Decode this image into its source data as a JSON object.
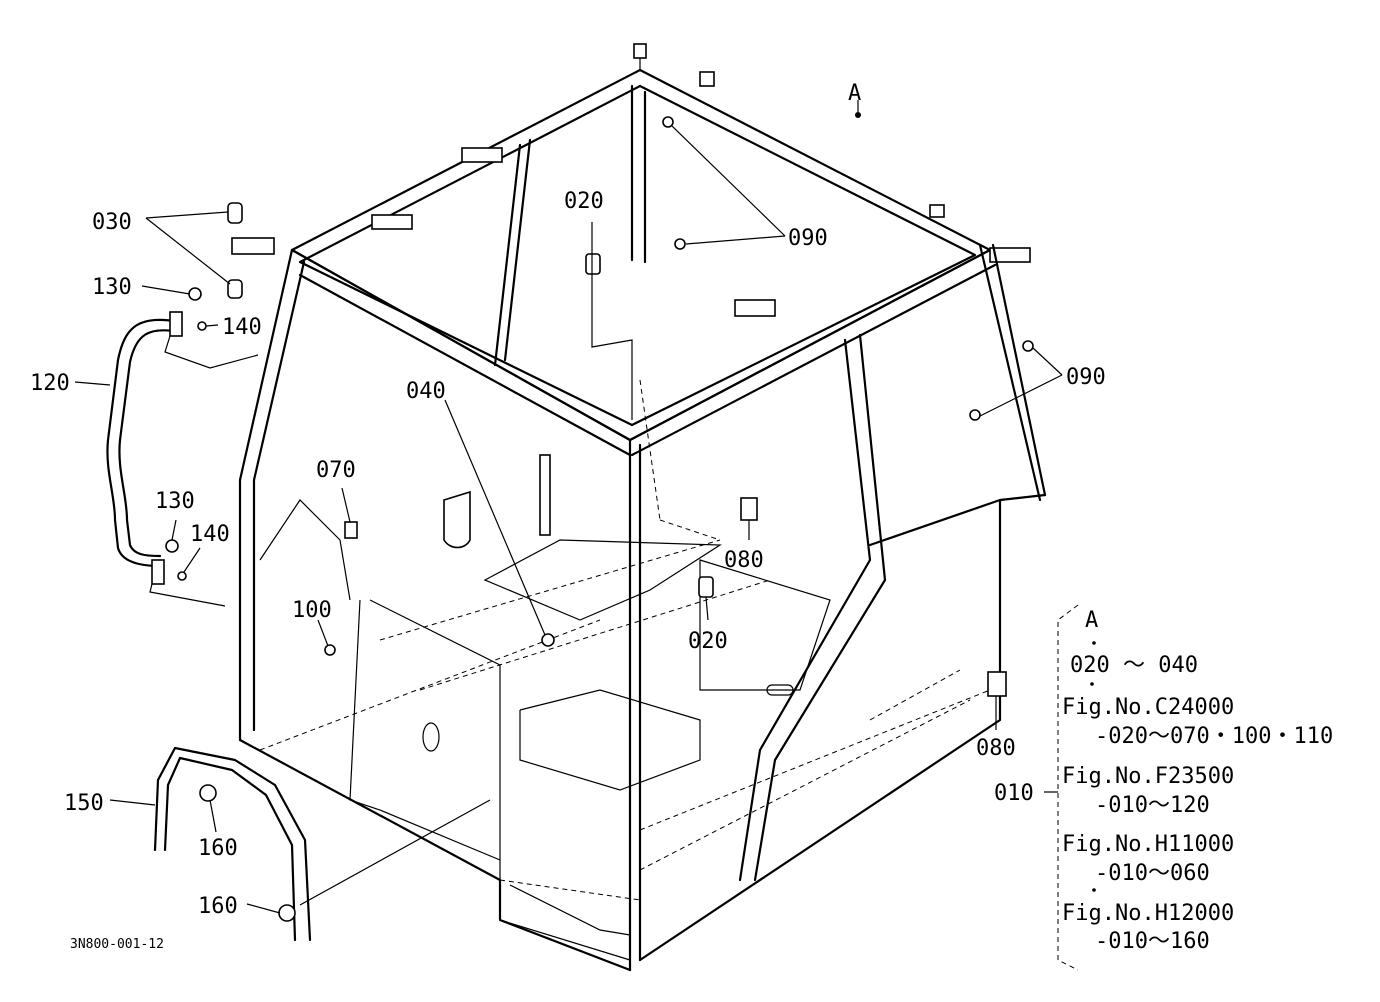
{
  "callouts": {
    "c030": "030",
    "c130a": "130",
    "c140a": "140",
    "c120": "120",
    "c130b": "130",
    "c140b": "140",
    "c150": "150",
    "c160a": "160",
    "c160b": "160",
    "c070": "070",
    "c100": "100",
    "c040": "040",
    "c020a": "020",
    "c090a": "090",
    "c090b": "090",
    "c080a": "080",
    "c020b": "020",
    "c080b": "080",
    "c010": "010",
    "cA": "A"
  },
  "reference_panel": {
    "header": "A",
    "range_main": "020 ～ 040",
    "refs": [
      {
        "fig": "Fig.No.C24000",
        "range": "-020～070・100・110"
      },
      {
        "fig": "Fig.No.F23500",
        "range": "-010～120"
      },
      {
        "fig": "Fig.No.H11000",
        "range": "-010～060"
      },
      {
        "fig": "Fig.No.H12000",
        "range": "-010～160"
      }
    ]
  },
  "drawing_code": "3N800-001-12"
}
